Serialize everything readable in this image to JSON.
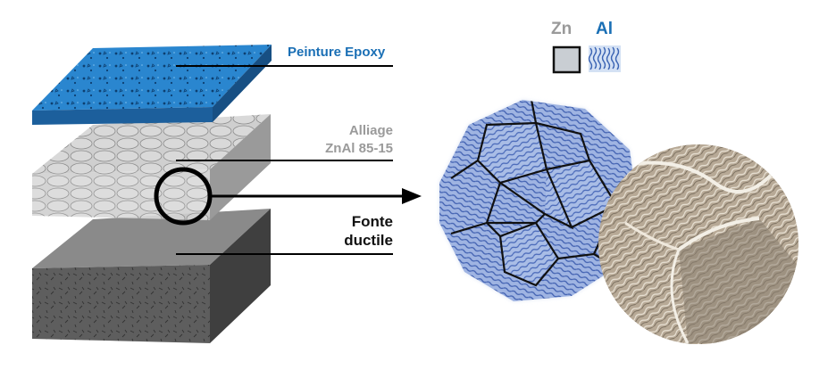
{
  "layers": {
    "epoxy": {
      "label": "Peinture Epoxy",
      "color": "#1a6fb5"
    },
    "alloy": {
      "line1": "Alliage",
      "line2": "ZnAl 85-15",
      "color": "#9a9a9a"
    },
    "iron": {
      "line1": "Fonte",
      "line2": "ductile",
      "color": "#111111"
    }
  },
  "legend": {
    "zn": {
      "label": "Zn",
      "color": "#9a9a9a"
    },
    "al": {
      "label": "Al",
      "color": "#1a6fb5"
    }
  },
  "colors": {
    "epoxy_blue": "#2a86cf",
    "alloy_grey": "#c8c8c8",
    "iron_dark": "#5a5a5a",
    "grain_blue": "#5d7fc4",
    "sem_tan": "#b9ab97"
  }
}
